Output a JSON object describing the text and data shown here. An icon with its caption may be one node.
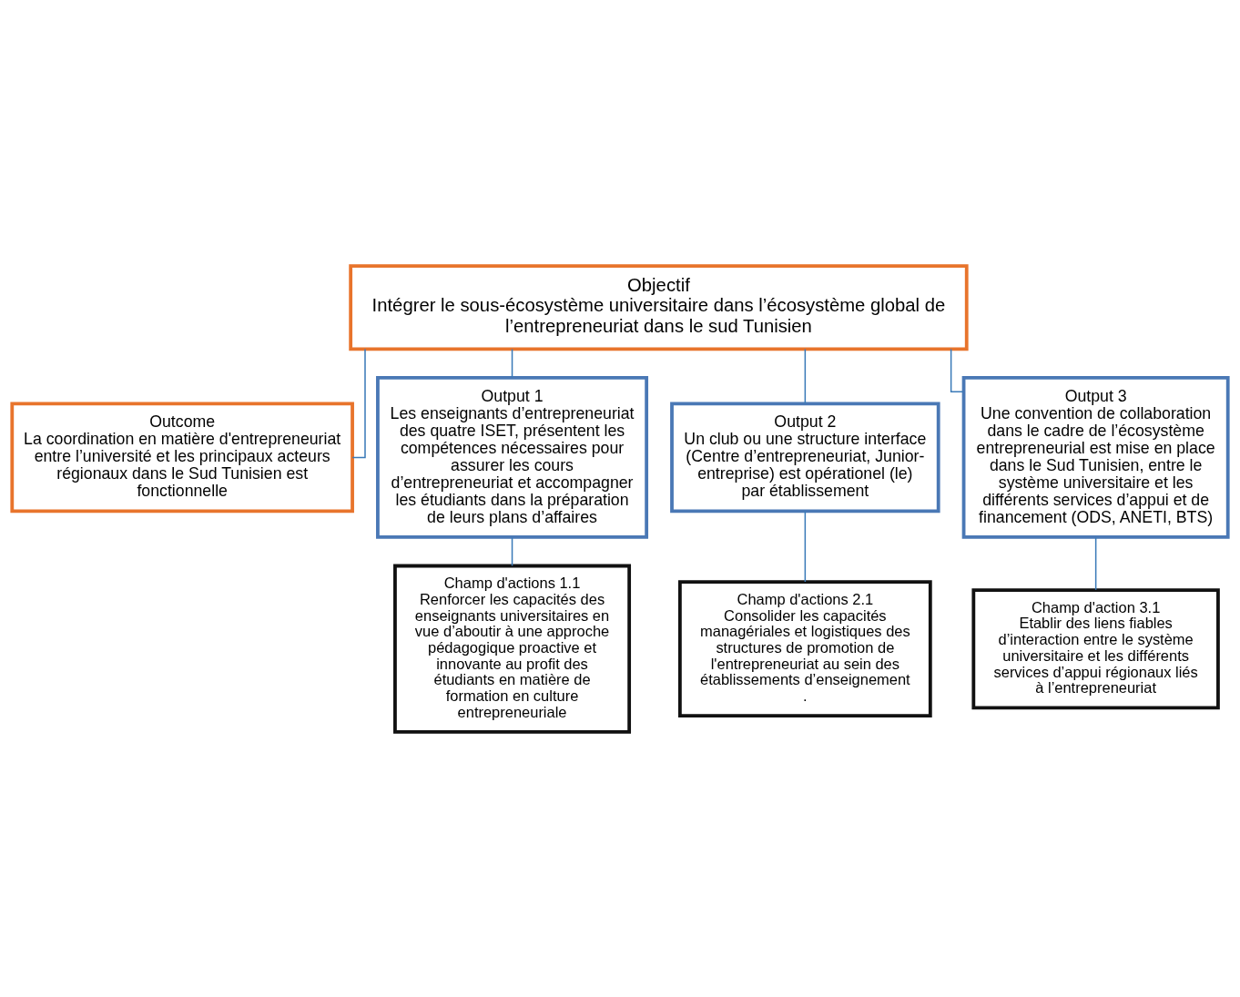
{
  "diagram": {
    "nodes": [
      {
        "text": [
          "Objectif",
          "Intégrer le sous-écosystème universitaire dans l’écosystème global de l’entrepreneuriat dans le sud Tunisien"
        ]
      },
      {
        "text": [
          "Outcome",
          "La coordination en matière d'entrepreneuriat entre l’université et les principaux acteurs régionaux dans le Sud Tunisien est fonctionnelle"
        ]
      },
      {
        "text": [
          "Output 1",
          "Les enseignants d’entrepreneuriat des quatre ISET, présentent les compétences nécessaires pour assurer les cours d’entrepreneuriat et accompagner les étudiants dans la préparation de leurs plans d’affaires"
        ]
      },
      {
        "text": [
          "Output 2",
          "Un club ou une structure interface (Centre d’entrepreneuriat, Junior-entreprise) est opérationel (le) par établissement"
        ]
      },
      {
        "text": [
          "Output 3",
          "Une convention de collaboration dans le cadre de l’écosystème entrepreneurial est mise en place dans le Sud Tunisien, entre le système universitaire et les différents services d’appui et de financement (ODS, ANETI, BTS)"
        ]
      },
      {
        "text": [
          "Champ d'actions 1.1",
          "Renforcer les capacités des enseignants universitaires en vue d’aboutir à une approche pédagogique proactive et innovante au profit des étudiants en matière de formation en culture entrepreneuriale"
        ]
      },
      {
        "text": [
          "Champ d'actions 2.1",
          "Consolider les capacités managériales et logistiques des structures de promotion de l'entrepreneuriat au sein des établissements d’enseignement",
          "."
        ]
      },
      {
        "text": [
          "Champ d'action 3.1",
          "Etablir des liens fiables d’interaction entre le système universitaire et les différents services d’appui régionaux liés à l’entrepreneuriat"
        ]
      }
    ],
    "edges": [
      {
        "from": 0,
        "to": 1,
        "arrow": "none"
      },
      {
        "from": 0,
        "to": 2,
        "arrow": "none"
      },
      {
        "from": 0,
        "to": 3,
        "arrow": "none"
      },
      {
        "from": 0,
        "to": 4,
        "arrow": "none"
      },
      {
        "from": 2,
        "to": 5,
        "arrow": "none"
      },
      {
        "from": 3,
        "to": 6,
        "arrow": "none"
      },
      {
        "from": 4,
        "to": 7,
        "arrow": "none"
      }
    ]
  }
}
